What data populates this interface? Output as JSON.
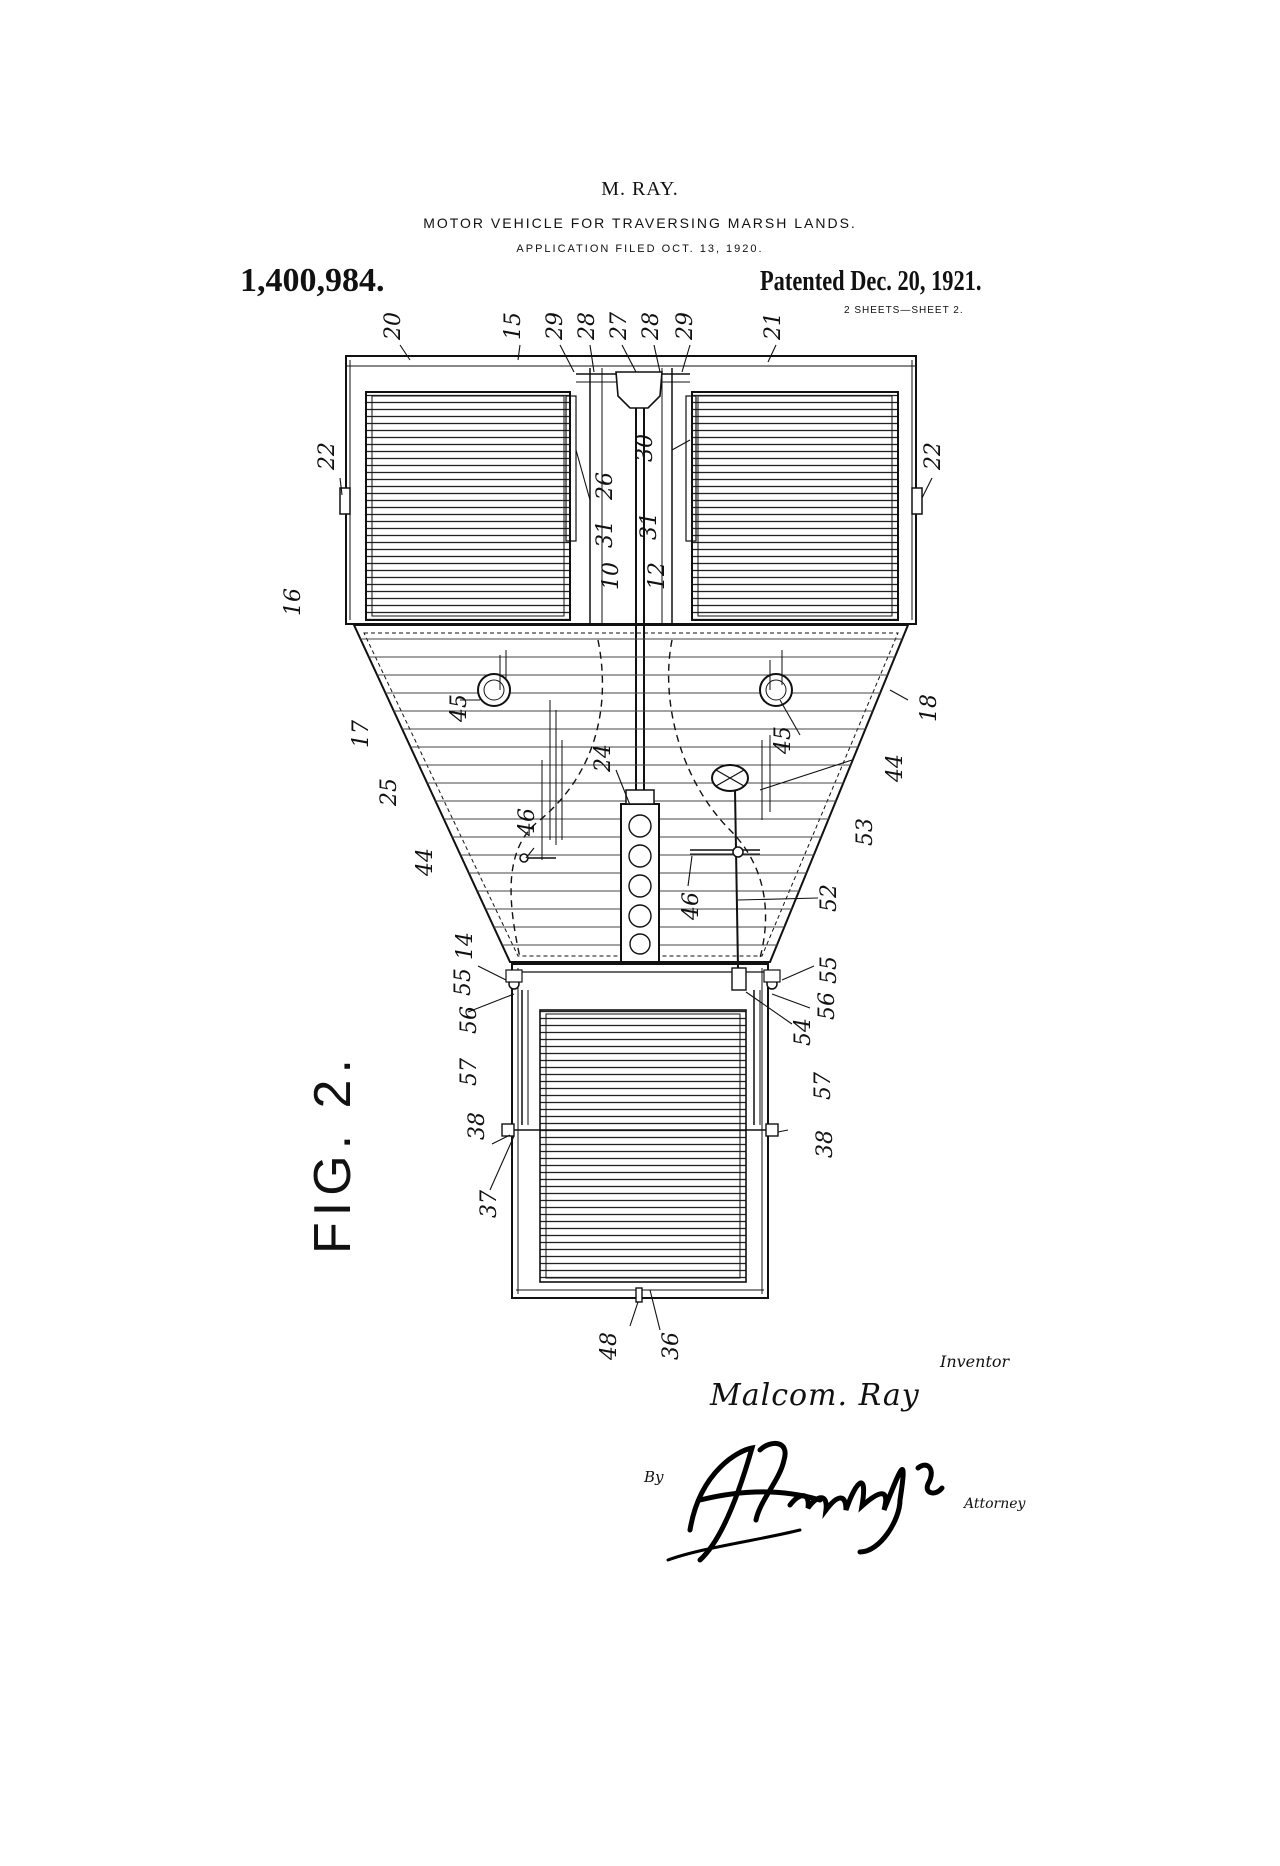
{
  "header": {
    "inventor": "M. RAY.",
    "title": "MOTOR VEHICLE FOR TRAVERSING MARSH LANDS.",
    "filed": "APPLICATION FILED OCT. 13, 1920.",
    "patent_number": "1,400,984.",
    "patented": "Patented Dec. 20, 1921.",
    "sheets": "2 SHEETS—SHEET 2."
  },
  "figure": {
    "label": "FIG. 2.",
    "reference_numerals": [
      "20",
      "15",
      "29",
      "28",
      "27",
      "28",
      "29",
      "21",
      "22",
      "22",
      "26",
      "30",
      "31",
      "31",
      "10",
      "12",
      "16",
      "25",
      "17",
      "18",
      "45",
      "45",
      "24",
      "44",
      "44",
      "46",
      "46",
      "53",
      "52",
      "14",
      "55",
      "55",
      "56",
      "56",
      "54",
      "57",
      "57",
      "38",
      "38",
      "37",
      "48",
      "36"
    ]
  },
  "signature": {
    "inventor_caption": "Inventor",
    "inventor_name": "Malcom. Ray",
    "by": "By",
    "attorney_caption": "Attorney"
  }
}
